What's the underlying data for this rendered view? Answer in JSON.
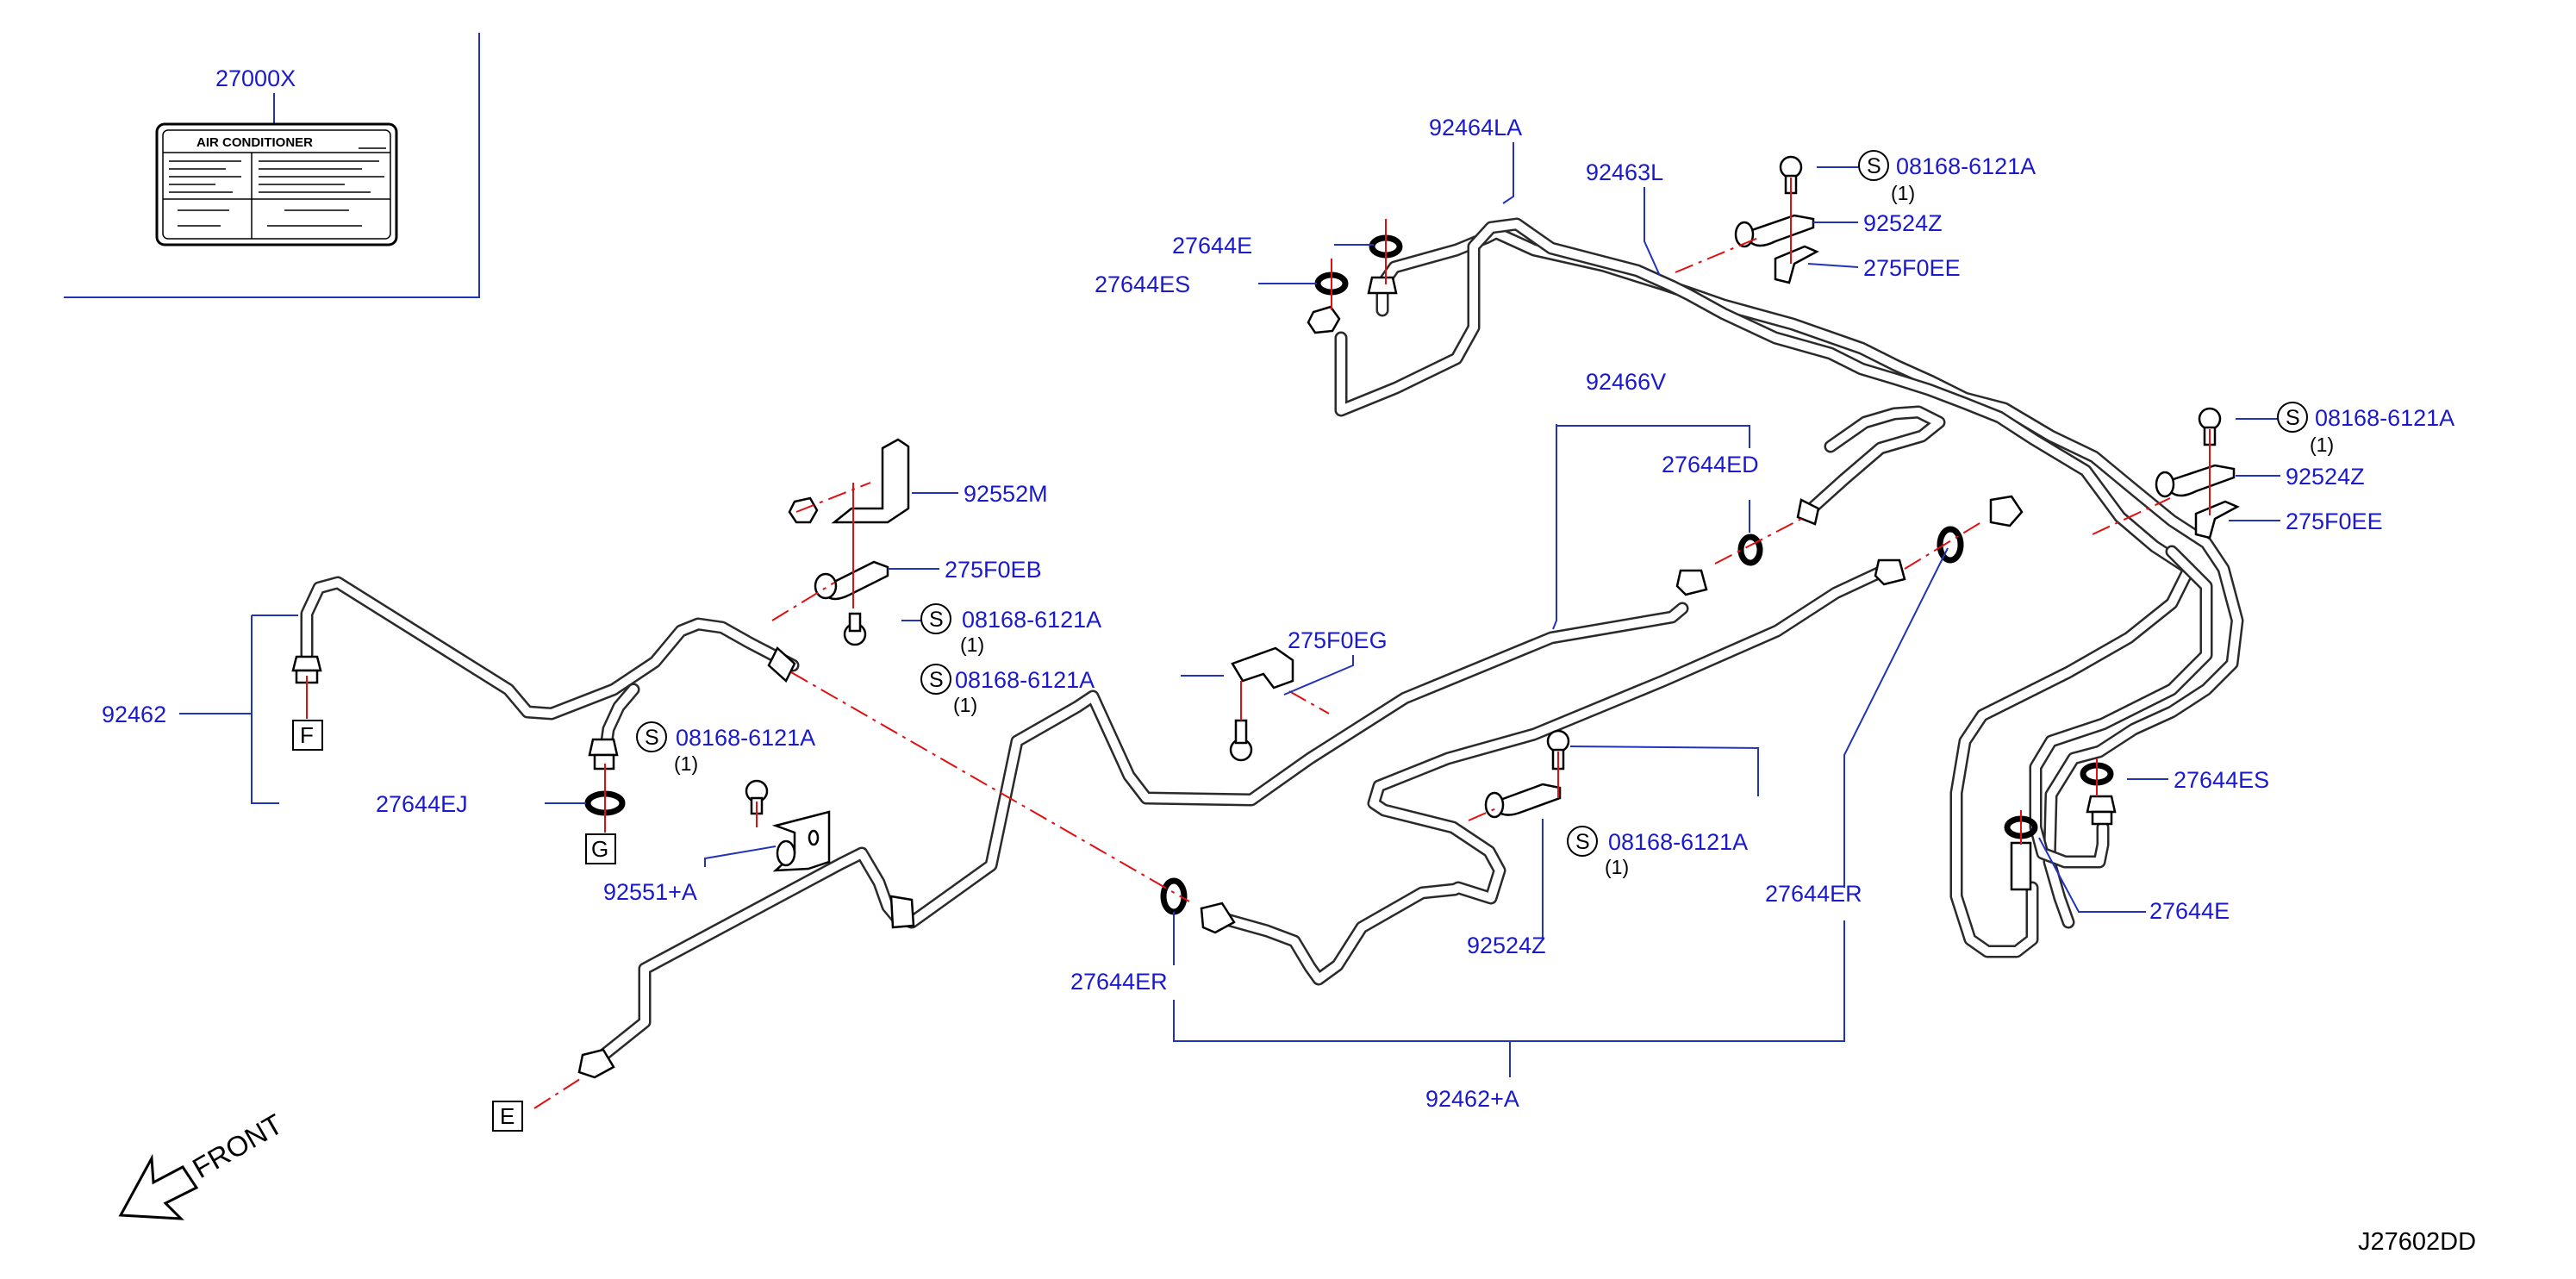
{
  "diagram_id": "J27602DD",
  "front_label": "FRONT",
  "ac_label": {
    "part_no": "27000X",
    "heading": "AIR CONDITIONER"
  },
  "screw_symbol": "S",
  "callouts": {
    "p92464LA": "92464LA",
    "p92463L": "92463L",
    "s_top": "08168-6121A",
    "s_top_qty": "(1)",
    "p92524Z_top": "92524Z",
    "p275F0EE_top": "275F0EE",
    "p27644E_top": "27644E",
    "p27644ES_top": "27644ES",
    "s_right": "08168-6121A",
    "s_right_qty": "(1)",
    "p92524Z_right": "92524Z",
    "p275F0EE_right": "275F0EE",
    "p92466V": "92466V",
    "p27644ED": "27644ED",
    "p92552M": "92552M",
    "p275F0EB": "275F0EB",
    "s_mid1": "08168-6121A",
    "s_mid1_qty": "(1)",
    "s_mid2": "08168-6121A",
    "s_mid2_qty": "(1)",
    "p275F0EG": "275F0EG",
    "p92462": "92462",
    "s_left": "08168-6121A",
    "s_left_qty": "(1)",
    "p27644EJ": "27644EJ",
    "p92551A": "92551+A",
    "s_bottom": "08168-6121A",
    "s_bottom_qty": "(1)",
    "p92524Z_bottom": "92524Z",
    "p27644ES_right": "27644ES",
    "p27644E_right": "27644E",
    "p27644ER_right": "27644ER",
    "p27644ER_left": "27644ER",
    "p92462A": "92462+A"
  },
  "connectors": {
    "F": "F",
    "G": "G",
    "E": "E"
  }
}
